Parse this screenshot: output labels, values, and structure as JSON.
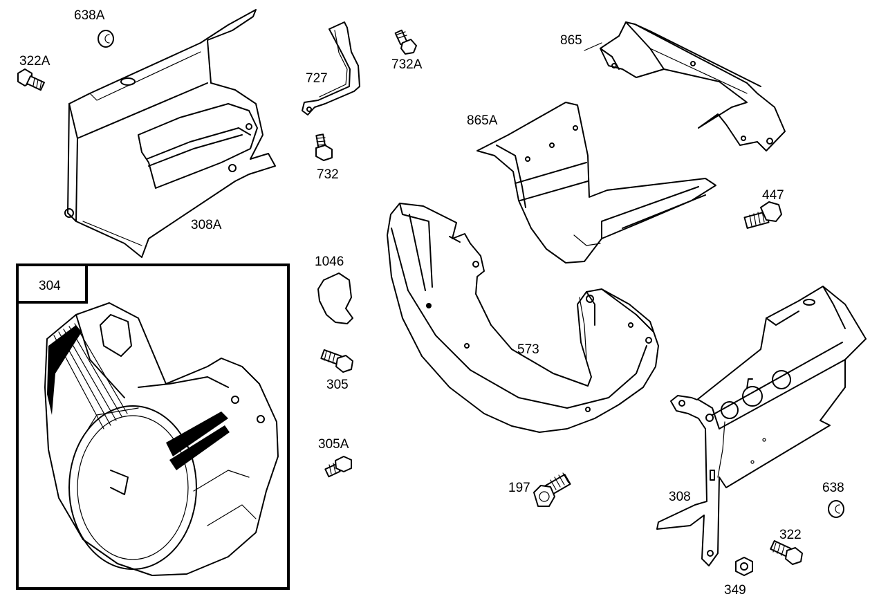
{
  "diagram": {
    "labels": {
      "p638A": "638A",
      "p322A": "322A",
      "p727": "727",
      "p732A": "732A",
      "p865": "865",
      "p865A": "865A",
      "p732": "732",
      "p308A": "308A",
      "p447": "447",
      "p304": "304",
      "p1046": "1046",
      "p305": "305",
      "p573": "573",
      "p305A": "305A",
      "p197": "197",
      "p308": "308",
      "p638": "638",
      "p322": "322",
      "p349": "349"
    }
  }
}
